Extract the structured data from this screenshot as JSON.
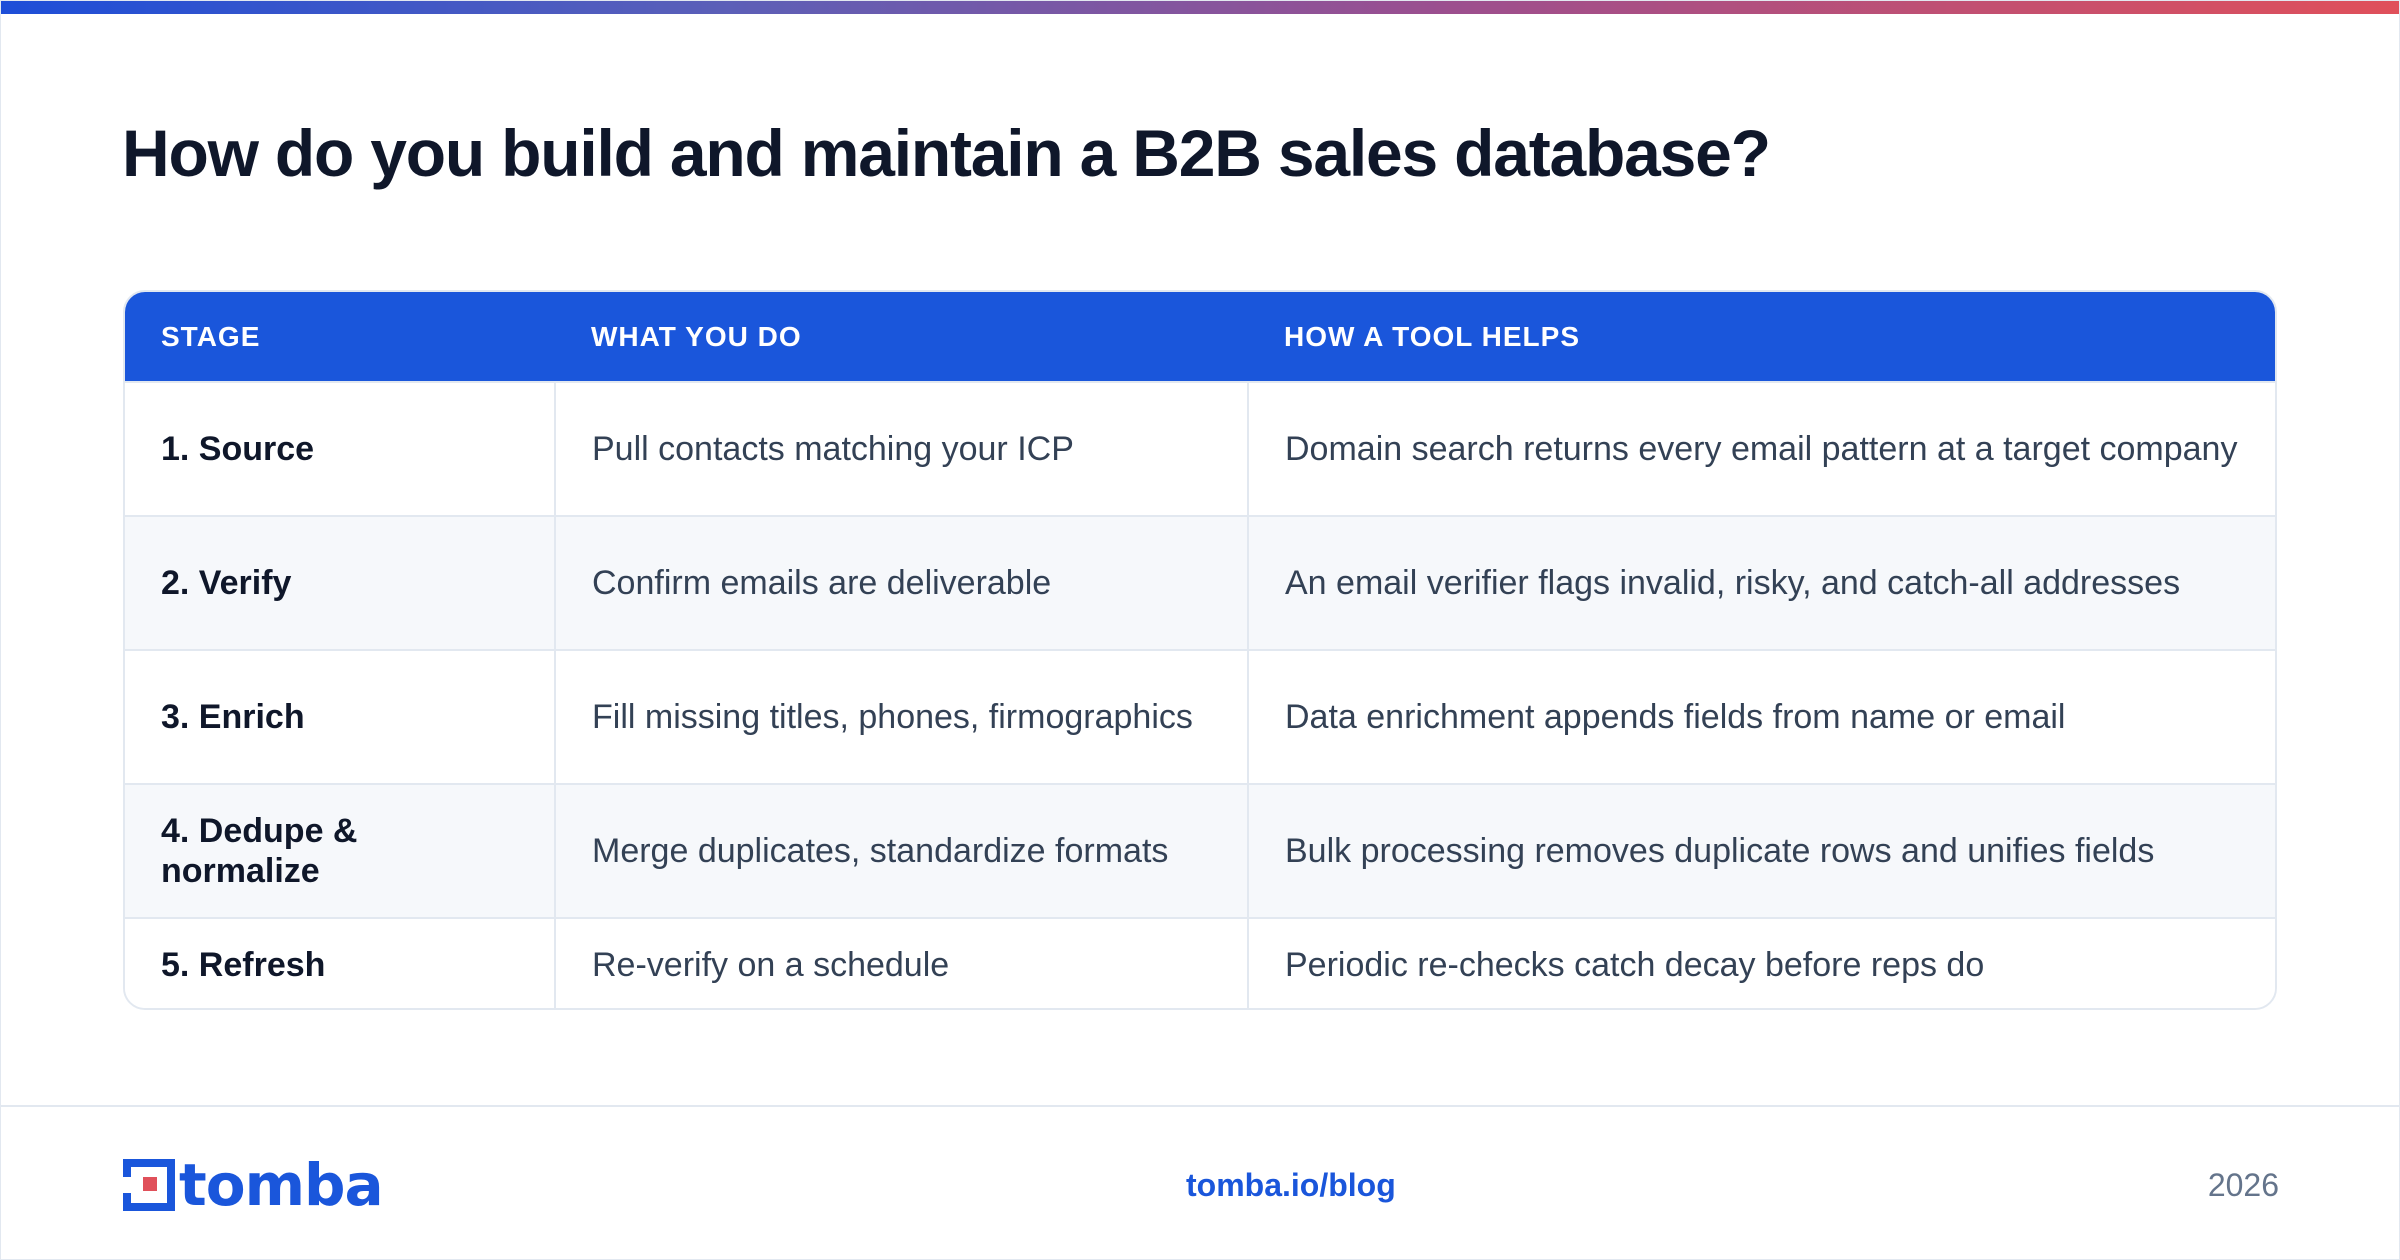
{
  "title": "How do you build and maintain a B2B sales database?",
  "table": {
    "headers": [
      "STAGE",
      "WHAT YOU DO",
      "HOW A TOOL HELPS"
    ],
    "rows": [
      {
        "stage": "1. Source",
        "what": "Pull contacts matching your ICP",
        "how": "Domain search returns every email pattern at a target company"
      },
      {
        "stage": "2. Verify",
        "what": "Confirm emails are deliverable",
        "how": "An email verifier flags invalid, risky, and catch-all addresses"
      },
      {
        "stage": "3. Enrich",
        "what": "Fill missing titles, phones, firmographics",
        "how": "Data enrichment appends fields from name or email"
      },
      {
        "stage": "4. Dedupe & normalize",
        "what": "Merge duplicates, standardize formats",
        "how": "Bulk processing removes duplicate rows and unifies fields"
      },
      {
        "stage": "5. Refresh",
        "what": "Re-verify on a schedule",
        "how": "Periodic re-checks catch decay before reps do"
      }
    ]
  },
  "footer": {
    "logo_text": "tomba",
    "link": "tomba.io/blog",
    "year": "2026"
  },
  "colors": {
    "brand_blue": "#1a56db",
    "accent_red": "#e0505a",
    "header_bg": "#1a56db"
  },
  "icons": {
    "logo_mark": "tomba-logo-icon"
  }
}
